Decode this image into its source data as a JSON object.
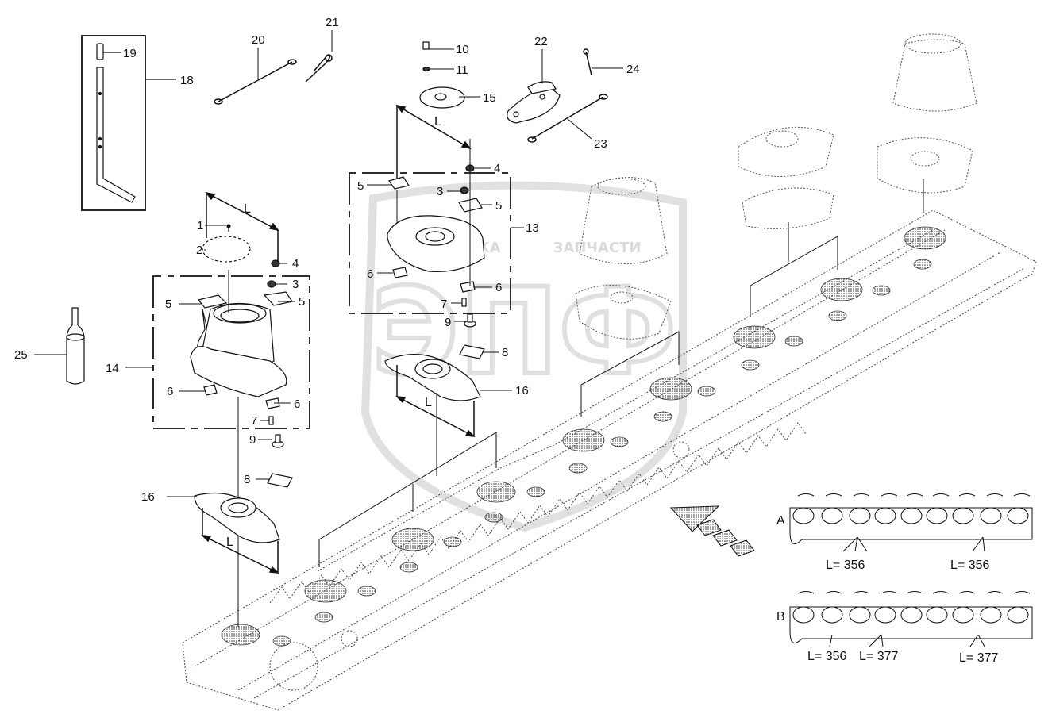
{
  "watermark": {
    "logo_text": "ЭПФ",
    "left_word": "ТЕХНИКА",
    "right_word": "ЗАПЧАСТИ"
  },
  "callouts": {
    "c1": "1",
    "c2": "2",
    "c3a": "3",
    "c3b": "3",
    "c4a": "4",
    "c4b": "4",
    "c5a": "5",
    "c5b": "5",
    "c5c": "5",
    "c5d": "5",
    "c6a": "6",
    "c6b": "6",
    "c6c": "6",
    "c6d": "6",
    "c7a": "7",
    "c7b": "7",
    "c8a": "8",
    "c8b": "8",
    "c9a": "9",
    "c9b": "9",
    "c10": "10",
    "c11": "11",
    "c13": "13",
    "c14": "14",
    "c15": "15",
    "c16a": "16",
    "c16b": "16",
    "c18": "18",
    "c19": "19",
    "c20": "20",
    "c21": "21",
    "c22": "22",
    "c23": "23",
    "c24": "24",
    "c25": "25"
  },
  "dimension_label": "L",
  "inset": {
    "variant_a": "A",
    "variant_b": "B",
    "a_left_length": "L= 356",
    "a_right_length": "L= 356",
    "b_left_length": "L= 356",
    "b_mid_length": "L= 377",
    "b_right_length": "L= 377"
  },
  "colors": {
    "line": "#111111",
    "stipple": "#888888",
    "watermark": "#cfcfcf"
  }
}
